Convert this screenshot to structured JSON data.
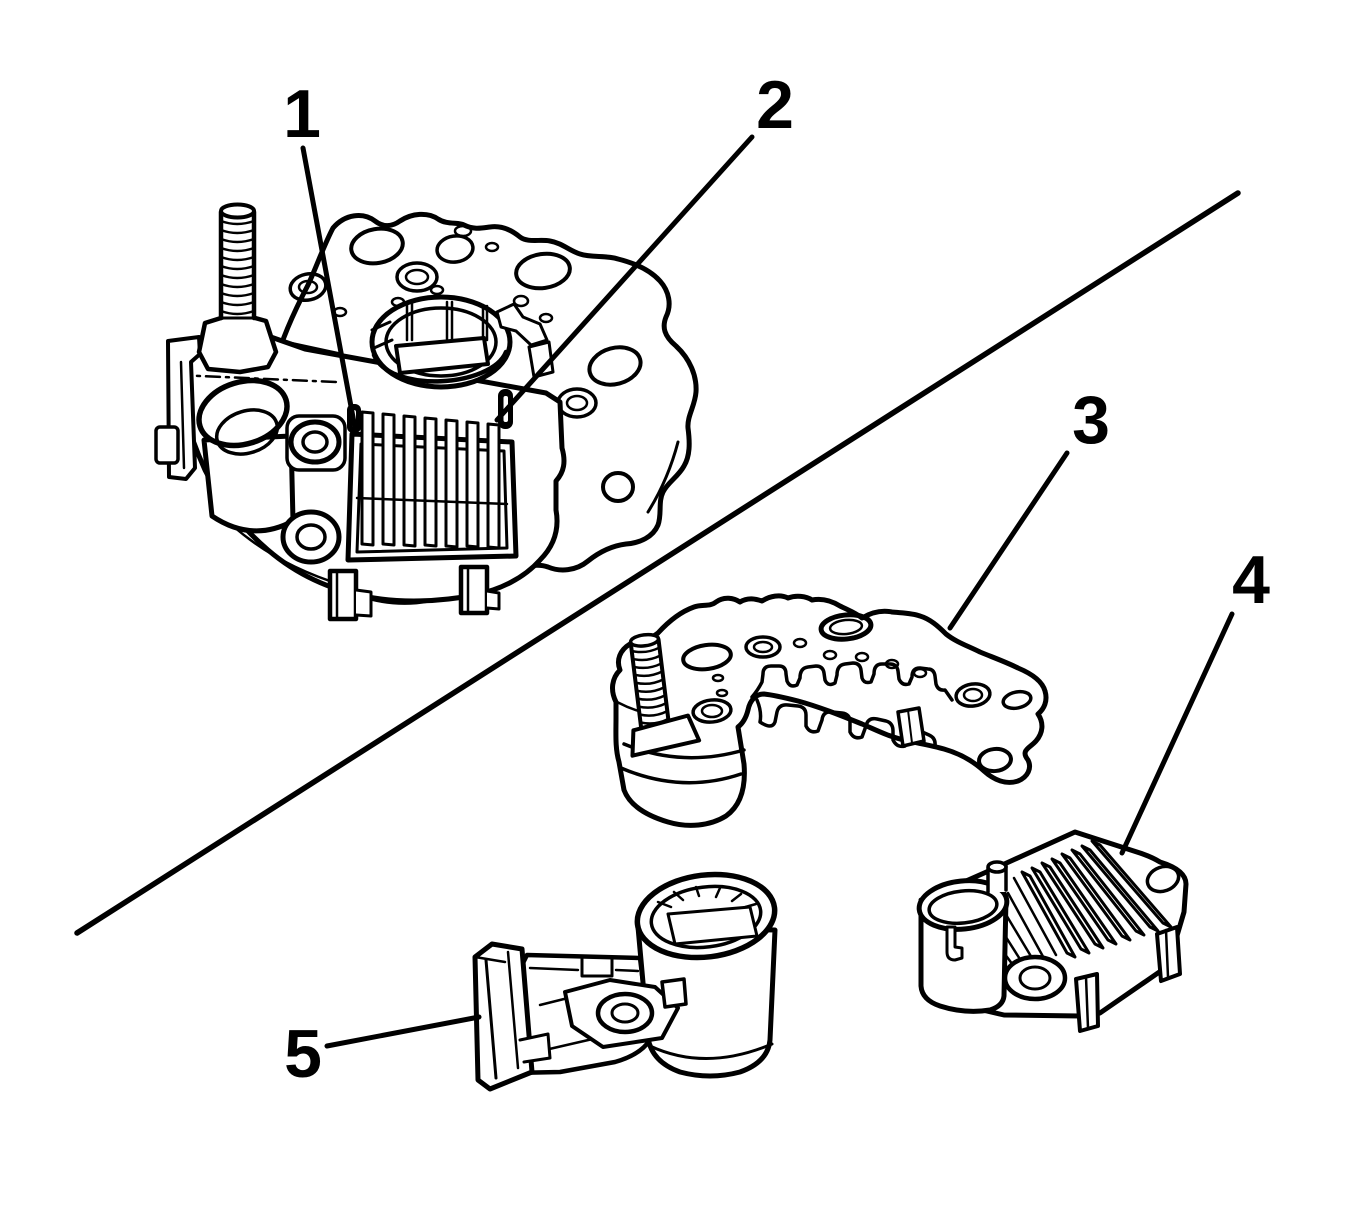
{
  "figure": {
    "background_color": "#ffffff",
    "line_color": "#000000"
  },
  "callouts": [
    {
      "label": "1"
    },
    {
      "label": "2"
    },
    {
      "label": "3"
    },
    {
      "label": "4"
    },
    {
      "label": "5"
    }
  ]
}
